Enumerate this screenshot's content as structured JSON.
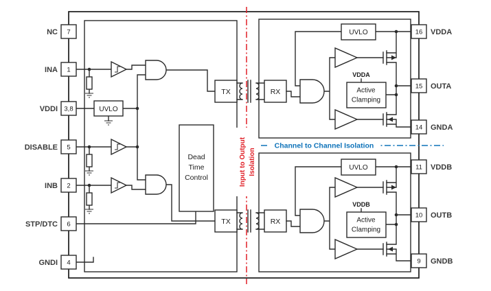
{
  "pins": {
    "left": [
      {
        "label": "NC",
        "num": "7"
      },
      {
        "label": "INA",
        "num": "1"
      },
      {
        "label": "VDDI",
        "num": "3,8"
      },
      {
        "label": "DISABLE",
        "num": "5"
      },
      {
        "label": "INB",
        "num": "2"
      },
      {
        "label": "STP/DTC",
        "num": "6"
      },
      {
        "label": "GNDI",
        "num": "4"
      }
    ],
    "right": [
      {
        "label": "VDDA",
        "num": "16"
      },
      {
        "label": "OUTA",
        "num": "15"
      },
      {
        "label": "GNDA",
        "num": "14"
      },
      {
        "label": "VDDB",
        "num": "11"
      },
      {
        "label": "OUTB",
        "num": "10"
      },
      {
        "label": "GNDB",
        "num": "9"
      }
    ]
  },
  "blocks": {
    "uvlo_input": "UVLO",
    "uvlo_a": "UVLO",
    "uvlo_b": "UVLO",
    "tx_a": "TX",
    "tx_b": "TX",
    "rx_a": "RX",
    "rx_b": "RX",
    "dead_time": [
      "Dead",
      "Time",
      "Control"
    ],
    "active_clamp": [
      "Active",
      "Clamping"
    ],
    "vdda_ref": "VDDA",
    "vddb_ref": "VDDB"
  },
  "isolation": {
    "input_output": [
      "Input to Output",
      "Isolation"
    ],
    "channel": "Channel to Channel Isolation"
  },
  "colors": {
    "wire": "#2b2b2b",
    "isolation_red": "#e01f26",
    "isolation_blue": "#0d72b9"
  }
}
